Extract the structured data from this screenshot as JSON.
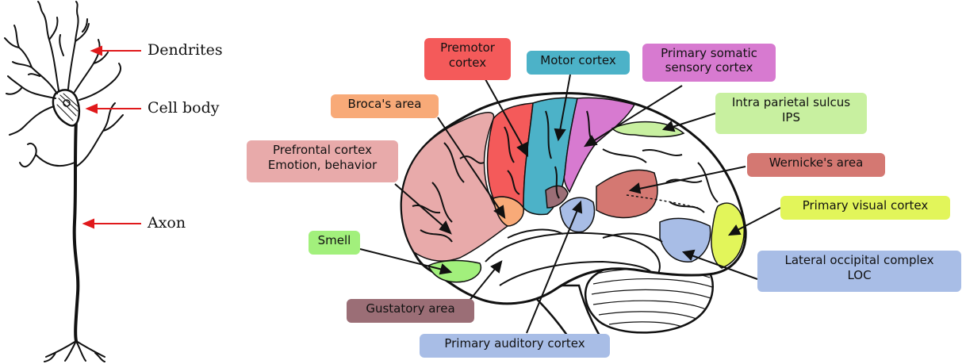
{
  "neuron": {
    "labels": {
      "dendrites": "Dendrites",
      "cell_body": "Cell body",
      "axon": "Axon"
    },
    "arrow_color": "#e0191b"
  },
  "brain": {
    "regions": {
      "premotor": {
        "line1": "Premotor",
        "line2": "cortex",
        "color": "#f45a5a"
      },
      "motor": {
        "line1": "Motor cortex",
        "color": "#4cb2c8"
      },
      "somatic": {
        "line1": "Primary somatic",
        "line2": "sensory cortex",
        "color": "#d77ad0"
      },
      "broca": {
        "line1": "Broca's area",
        "color": "#f8aa78"
      },
      "ips": {
        "line1": "Intra parietal sulcus",
        "line2": "IPS",
        "color": "#c8f0a0"
      },
      "prefrontal": {
        "line1": "Prefrontal cortex",
        "line2": "Emotion, behavior",
        "color": "#e8aaaa"
      },
      "wernicke": {
        "line1": "Wernicke's area",
        "color": "#d47872"
      },
      "visual": {
        "line1": "Primary visual cortex",
        "color": "#e2f55a"
      },
      "smell": {
        "line1": "Smell",
        "color": "#a2f07c"
      },
      "loc": {
        "line1": "Lateral occipital complex",
        "line2": "LOC",
        "color": "#a8bde6"
      },
      "gustatory": {
        "line1": "Gustatory area",
        "color": "#9b6e76"
      },
      "auditory": {
        "line1": "Primary auditory cortex",
        "color": "#a8bde6"
      }
    }
  }
}
